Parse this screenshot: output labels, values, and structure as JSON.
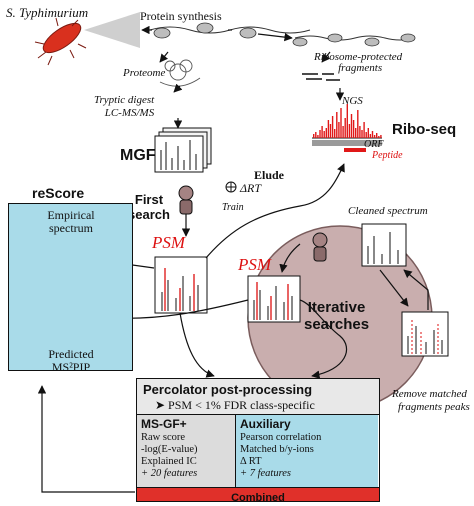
{
  "organism": "S. Typhimurium",
  "protein_synthesis": "Protein synthesis",
  "ribosome_protected": [
    "Ribosome-protected",
    "fragments"
  ],
  "proteome": "Proteome",
  "tryptic": [
    "Tryptic digest",
    "LC-MS/MS"
  ],
  "ngs": "NGS",
  "riboseq": "Ribo-seq",
  "orf": "ORF",
  "peptide": "Peptide",
  "mgf": "MGF",
  "elude": "Elude",
  "delta_rt": "ΔRT",
  "train": "Train",
  "first_search": [
    "First",
    "search"
  ],
  "psm": "PSM",
  "rescore": {
    "title": "reScore",
    "empirical": [
      "Empirical",
      "spectrum"
    ],
    "predicted": [
      "Predicted",
      "MS²PIP"
    ]
  },
  "cleaned_spectrum": "Cleaned spectrum",
  "iterative": [
    "Iterative",
    "searches"
  ],
  "remove_matched": [
    "Remove matched",
    "fragments peaks"
  ],
  "percolator": {
    "title": "Percolator post-processing",
    "subtitle": "➤ PSM < 1% FDR class-specific",
    "msgf_title": "MS-GF+",
    "msgf_lines": [
      "Raw score",
      "-log(E-value)",
      "Explained IC"
    ],
    "msgf_note": "+ 20 features",
    "aux_title": "Auxiliary",
    "aux_lines": [
      "Pearson correlation",
      "Matched b/y-ions",
      "Δ RT"
    ],
    "aux_note": "+ 7 features",
    "combined": "Combined"
  },
  "colors": {
    "accent_red": "#d11111",
    "panel_blue": "#a9dbe9",
    "circle_fill": "#c9aeae",
    "combined_red": "#e0302a"
  }
}
